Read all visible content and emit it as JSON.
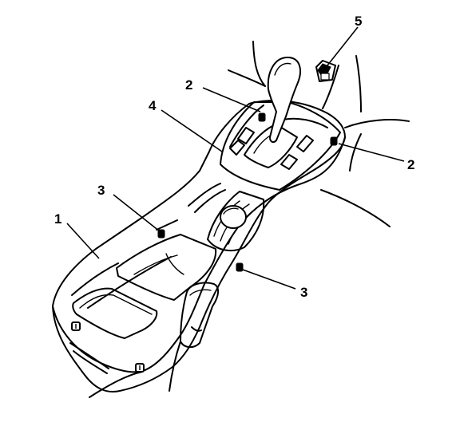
{
  "diagram": {
    "callouts": [
      {
        "id": "c5",
        "label": "5"
      },
      {
        "id": "c2a",
        "label": "2"
      },
      {
        "id": "c4",
        "label": "4"
      },
      {
        "id": "c2b",
        "label": "2"
      },
      {
        "id": "c3a",
        "label": "3"
      },
      {
        "id": "c1",
        "label": "1"
      },
      {
        "id": "c3b",
        "label": "3"
      }
    ]
  }
}
